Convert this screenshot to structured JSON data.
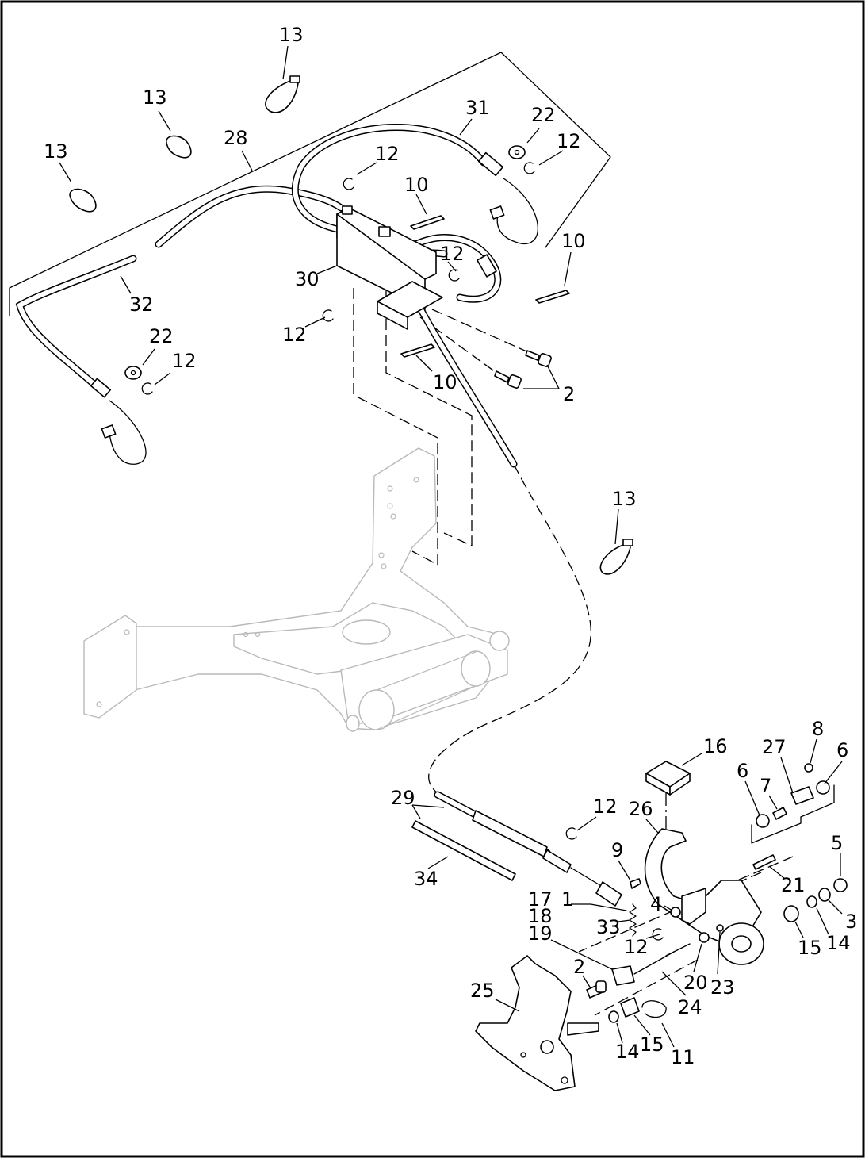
{
  "callouts": [
    {
      "id": "c13a",
      "text": "13"
    },
    {
      "id": "c13b",
      "text": "13"
    },
    {
      "id": "c13c",
      "text": "13"
    },
    {
      "id": "c28",
      "text": "28"
    },
    {
      "id": "c31",
      "text": "31"
    },
    {
      "id": "c22a",
      "text": "22"
    },
    {
      "id": "c12a",
      "text": "12"
    },
    {
      "id": "c12b",
      "text": "12"
    },
    {
      "id": "c10a",
      "text": "10"
    },
    {
      "id": "c10b",
      "text": "10"
    },
    {
      "id": "c12c",
      "text": "12"
    },
    {
      "id": "c30",
      "text": "30"
    },
    {
      "id": "c32",
      "text": "32"
    },
    {
      "id": "c12d",
      "text": "12"
    },
    {
      "id": "c22b",
      "text": "22"
    },
    {
      "id": "c12e",
      "text": "12"
    },
    {
      "id": "c10c",
      "text": "10"
    },
    {
      "id": "c2a",
      "text": "2"
    },
    {
      "id": "c13d",
      "text": "13"
    },
    {
      "id": "c16",
      "text": "16"
    },
    {
      "id": "c27",
      "text": "27"
    },
    {
      "id": "c8",
      "text": "8"
    },
    {
      "id": "c6a",
      "text": "6"
    },
    {
      "id": "c6b",
      "text": "6"
    },
    {
      "id": "c7",
      "text": "7"
    },
    {
      "id": "c29",
      "text": "29"
    },
    {
      "id": "c12f",
      "text": "12"
    },
    {
      "id": "c26",
      "text": "26"
    },
    {
      "id": "c5",
      "text": "5"
    },
    {
      "id": "c9",
      "text": "9"
    },
    {
      "id": "c34",
      "text": "34"
    },
    {
      "id": "c21",
      "text": "21"
    },
    {
      "id": "c17",
      "text": "17"
    },
    {
      "id": "c1",
      "text": "1"
    },
    {
      "id": "c4",
      "text": "4"
    },
    {
      "id": "c3",
      "text": "3"
    },
    {
      "id": "c18",
      "text": "18"
    },
    {
      "id": "c33",
      "text": "33"
    },
    {
      "id": "c19",
      "text": "19"
    },
    {
      "id": "c12g",
      "text": "12"
    },
    {
      "id": "c14a",
      "text": "14"
    },
    {
      "id": "c15a",
      "text": "15"
    },
    {
      "id": "c20",
      "text": "20"
    },
    {
      "id": "c23",
      "text": "23"
    },
    {
      "id": "c2b",
      "text": "2"
    },
    {
      "id": "c24",
      "text": "24"
    },
    {
      "id": "c25",
      "text": "25"
    },
    {
      "id": "c14b",
      "text": "14"
    },
    {
      "id": "c15b",
      "text": "15"
    },
    {
      "id": "c11",
      "text": "11"
    }
  ]
}
